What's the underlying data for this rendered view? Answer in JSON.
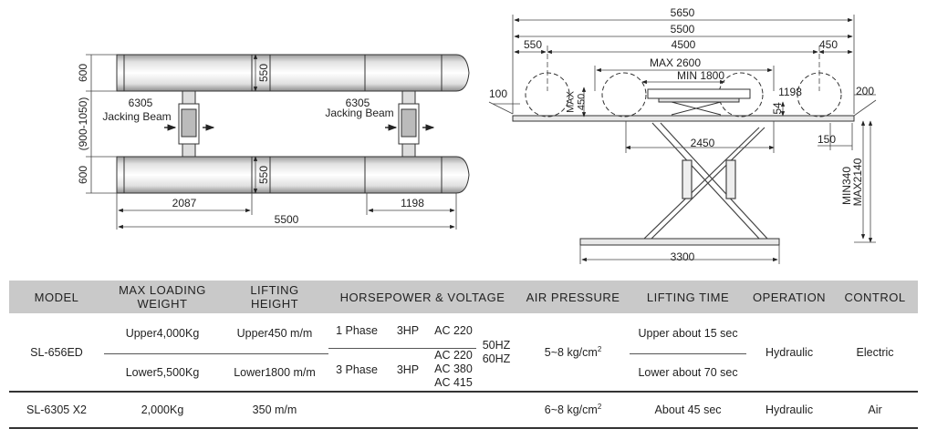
{
  "top_view": {
    "dims": {
      "left_600_top": "600",
      "left_gap": "(900-1050)",
      "left_600_bottom": "600",
      "inner_550_top": "550",
      "inner_550_bottom": "550",
      "bottom_2087": "2087",
      "bottom_1198": "1198",
      "bottom_5500": "5500"
    },
    "jack_left": {
      "model": "6305",
      "name": "Jacking Beam"
    },
    "jack_right": {
      "model": "6305",
      "name": "Jacking Beam"
    }
  },
  "side_view": {
    "dims": {
      "d5650": "5650",
      "d5500": "5500",
      "d550": "550",
      "d4500": "4500",
      "d450": "450",
      "max2600": "MAX 2600",
      "min1800": "MIN 1800",
      "d100": "100",
      "max450": "MAX\n450",
      "d1198": "1198",
      "d200": "200",
      "d54": "54",
      "d2450": "2450",
      "d150": "150",
      "min340": "MIN340",
      "max2140": "MAX2140",
      "d3300": "3300"
    }
  },
  "spec_table": {
    "headers": {
      "model": "MODEL",
      "max_loading_1": "MAX LOADING",
      "max_loading_2": "WEIGHT",
      "lifting_1": "LIFTING",
      "lifting_2": "HEIGHT",
      "hp_voltage": "HORSEPOWER & VOLTAGE",
      "air": "AIR PRESSURE",
      "lift_time": "LIFTING TIME",
      "operation": "OPERATION",
      "control": "CONTROL"
    },
    "row1": {
      "model": "SL-656ED",
      "weight_upper": "Upper4,000Kg",
      "weight_lower": "Lower5,500Kg",
      "height_upper": "Upper450 m/m",
      "height_lower": "Lower1800 m/m",
      "phase1": "1 Phase",
      "phase1_hp": "3HP",
      "phase1_v": "AC 220",
      "phase3": "3 Phase",
      "phase3_hp": "3HP",
      "phase3_v1": "AC 220",
      "phase3_v2": "AC 380",
      "phase3_v3": "AC 415",
      "hz1": "50HZ",
      "hz2": "60HZ",
      "air": "5~8 kg/cm",
      "air_sup": "2",
      "time_upper": "Upper about 15 sec",
      "time_lower": "Lower about 70 sec",
      "operation": "Hydraulic",
      "control": "Electric"
    },
    "row2": {
      "model": "SL-6305 X2",
      "weight": "2,000Kg",
      "height": "350 m/m",
      "air": "6~8 kg/cm",
      "air_sup": "2",
      "time": "About 45 sec",
      "operation": "Hydraulic",
      "control": "Air"
    }
  }
}
